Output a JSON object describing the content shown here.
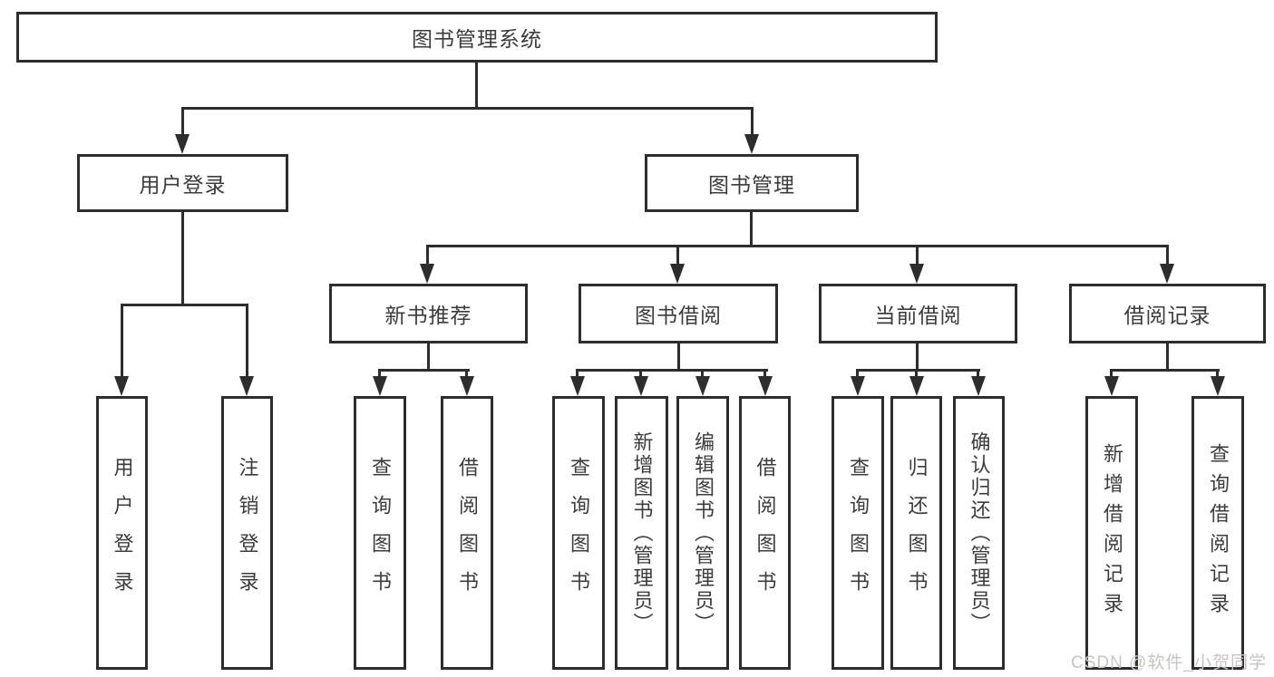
{
  "diagram": {
    "type": "hierarchy-tree",
    "title": "图书管理系统",
    "tree": {
      "label": "图书管理系统",
      "children": [
        {
          "label": "用户登录",
          "children": [
            {
              "label": "用户登录"
            },
            {
              "label": "注销登录"
            }
          ]
        },
        {
          "label": "图书管理",
          "children": [
            {
              "label": "新书推荐",
              "children": [
                {
                  "label": "查询图书"
                },
                {
                  "label": "借阅图书"
                }
              ]
            },
            {
              "label": "图书借阅",
              "children": [
                {
                  "label": "查询图书"
                },
                {
                  "label": "新增图书（管理员）"
                },
                {
                  "label": "编辑图书（管理员）"
                },
                {
                  "label": "借阅图书"
                }
              ]
            },
            {
              "label": "当前借阅",
              "children": [
                {
                  "label": "查询图书"
                },
                {
                  "label": "归还图书"
                },
                {
                  "label": "确认归还（管理员）"
                }
              ]
            },
            {
              "label": "借阅记录",
              "children": [
                {
                  "label": "新增借阅记录"
                },
                {
                  "label": "查询借阅记录"
                }
              ]
            }
          ]
        }
      ]
    },
    "watermark": "CSDN @软件_小贺同学",
    "colors": {
      "line": "#2d2d2d",
      "text": "#3c3c3c",
      "watermark": "#cdc2c2",
      "background": "#ffffff"
    }
  }
}
